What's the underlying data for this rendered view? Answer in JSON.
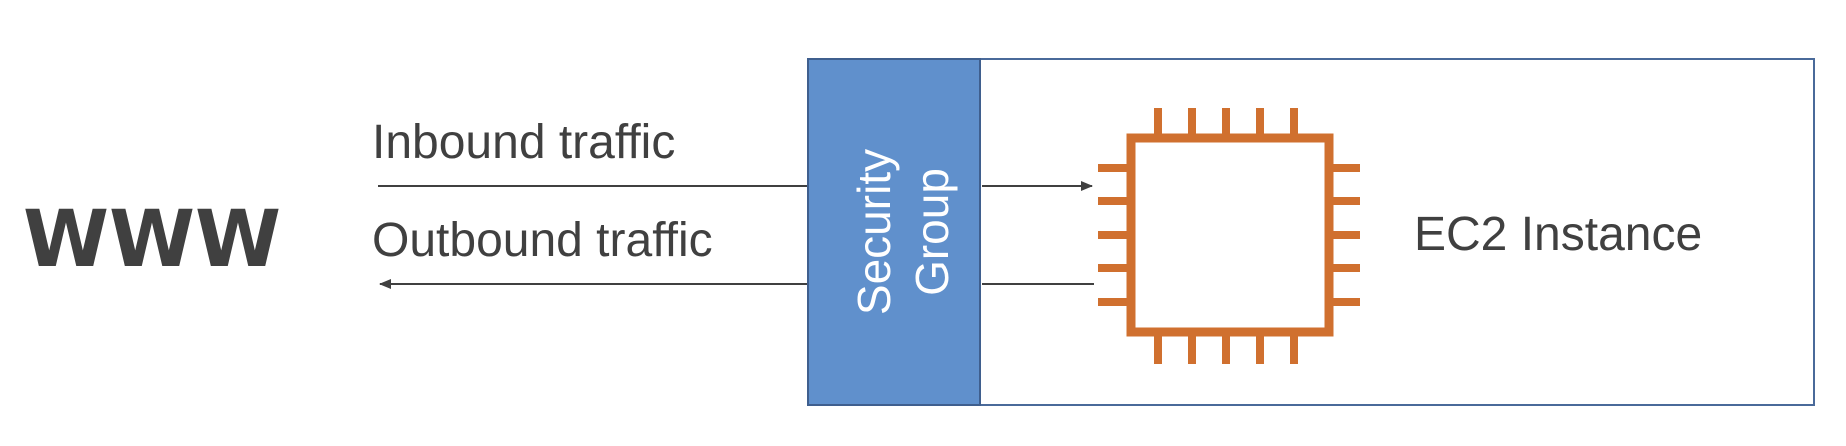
{
  "www_label": "WWW",
  "inbound_label": "Inbound traffic",
  "outbound_label": "Outbound traffic",
  "security_group": {
    "line1": "Security",
    "line2": "Group"
  },
  "instance_label": "EC2 Instance",
  "icons": {
    "chip": "ec2-chip-icon"
  },
  "colors": {
    "text": "#404040",
    "security_group_fill": "#6090CC",
    "security_group_border": "#3F5F8E",
    "container_border": "#4A6A9A",
    "chip": "#D0702F",
    "arrow": "#404040"
  }
}
